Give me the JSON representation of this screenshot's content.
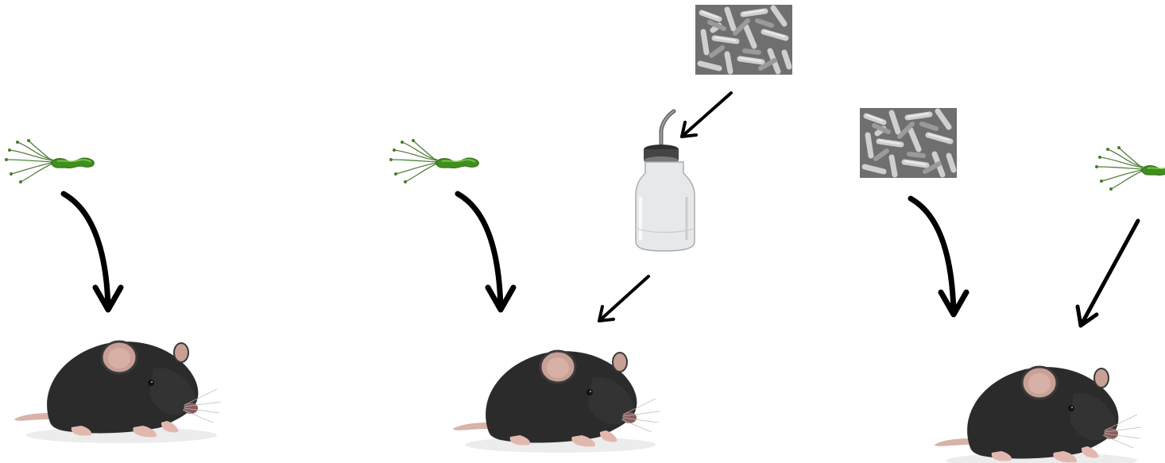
{
  "panels": [
    {
      "name": "panel-1",
      "elements": [
        "bacterium",
        "curved-arrow",
        "mouse"
      ]
    },
    {
      "name": "panel-2",
      "elements": [
        "bacterium",
        "curved-arrow",
        "sem-micrograph",
        "straight-arrow",
        "water-bottle",
        "straight-arrow",
        "mouse"
      ]
    },
    {
      "name": "panel-3",
      "elements": [
        "sem-micrograph",
        "curved-arrow",
        "bacterium",
        "straight-arrow",
        "mouse"
      ]
    }
  ],
  "colors": {
    "arrow": "#000000",
    "bacterium_body": "#3f8f1e",
    "bacterium_flagella": "#4f7a3a",
    "mouse_fur": "#2b2b2b",
    "mouse_ear": "#c9a096",
    "sem_background": "#6f6f6f",
    "bottle_glass": "#e6e8e9",
    "bottle_cap": "#444444"
  },
  "icons": [
    "bacterium-icon",
    "mouse-icon",
    "water-bottle-icon",
    "sem-micrograph-icon",
    "arrow-icon"
  ]
}
